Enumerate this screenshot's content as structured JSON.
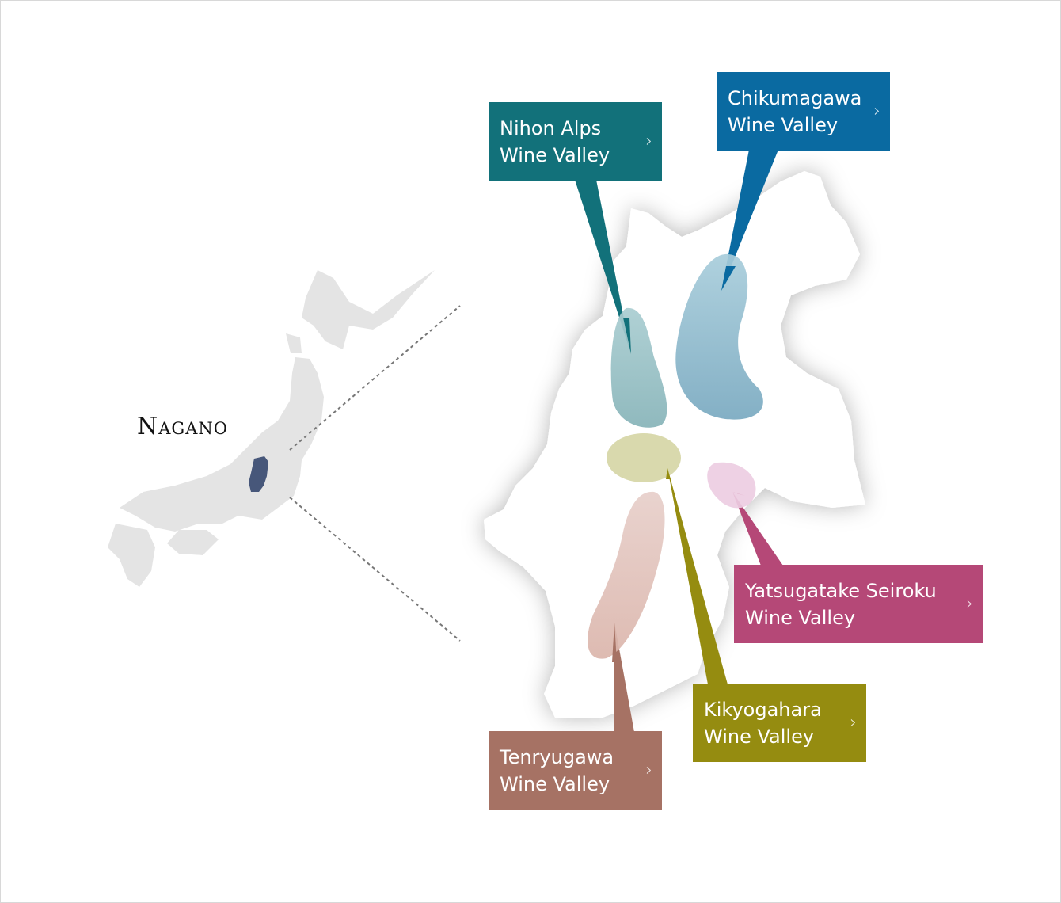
{
  "region_label": "Nagano",
  "colors": {
    "nihon_alps": "#12717a",
    "chikumagawa": "#0a6aa1",
    "yatsugatake": "#b54877",
    "kikyogahara": "#958c10",
    "tenryugawa": "#a67264",
    "japan_land": "#e4e4e4",
    "nagano_highlight": "#47577a"
  },
  "valleys": [
    {
      "line1": "Nihon Alps",
      "line2": "Wine Valley",
      "icon": "chevron-right-icon"
    },
    {
      "line1": "Chikumagawa",
      "line2": "Wine Valley",
      "icon": "chevron-right-icon"
    },
    {
      "line1": "Yatsugatake Seiroku",
      "line2": "Wine Valley",
      "icon": "chevron-right-icon"
    },
    {
      "line1": "Kikyogahara",
      "line2": "Wine Valley",
      "icon": "chevron-right-icon"
    },
    {
      "line1": "Tenryugawa",
      "line2": "Wine Valley",
      "icon": "chevron-right-icon"
    }
  ],
  "chevron": "›"
}
